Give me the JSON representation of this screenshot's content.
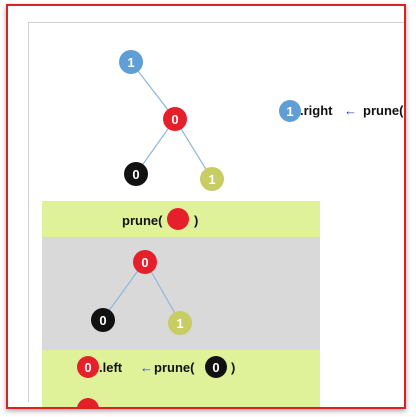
{
  "top_tree": {
    "root": "1",
    "middle": "0",
    "left_leaf": "0",
    "right_leaf": "1"
  },
  "right_expr": {
    "node": "1",
    "text": ".right",
    "arrow": "←",
    "call": "prune("
  },
  "panel_header": {
    "call": "prune(",
    "close": ")"
  },
  "sub_tree": {
    "root": "0",
    "left_leaf": "0",
    "right_leaf": "1"
  },
  "bottom_expr": {
    "node": "0",
    "text": ".left",
    "arrow": "←",
    "call": "prune(",
    "arg": "0",
    "close": ")"
  },
  "colors": {
    "blue": "#5f9fd5",
    "red": "#e5202a",
    "black": "#111111",
    "olive": "#c7cc63",
    "green_panel": "#dff29a",
    "gray_panel": "#d9d9d9",
    "edge": "#8fb6dc",
    "frame": "#e02020"
  }
}
